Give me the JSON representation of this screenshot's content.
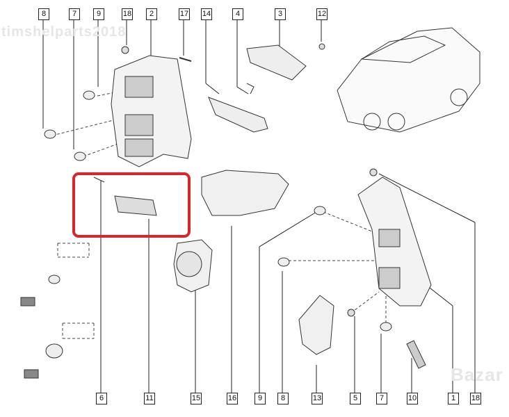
{
  "diagram": {
    "watermark_top": "timshelparts2018",
    "watermark_bottom": "Bazar",
    "top_labels": [
      "8",
      "7",
      "9",
      "18",
      "2",
      "17",
      "14",
      "4",
      "3",
      "12"
    ],
    "bottom_labels": [
      "6",
      "11",
      "15",
      "16",
      "9",
      "8",
      "13",
      "5",
      "7",
      "10",
      "1",
      "18"
    ],
    "highlight_color": "#d9262c"
  }
}
